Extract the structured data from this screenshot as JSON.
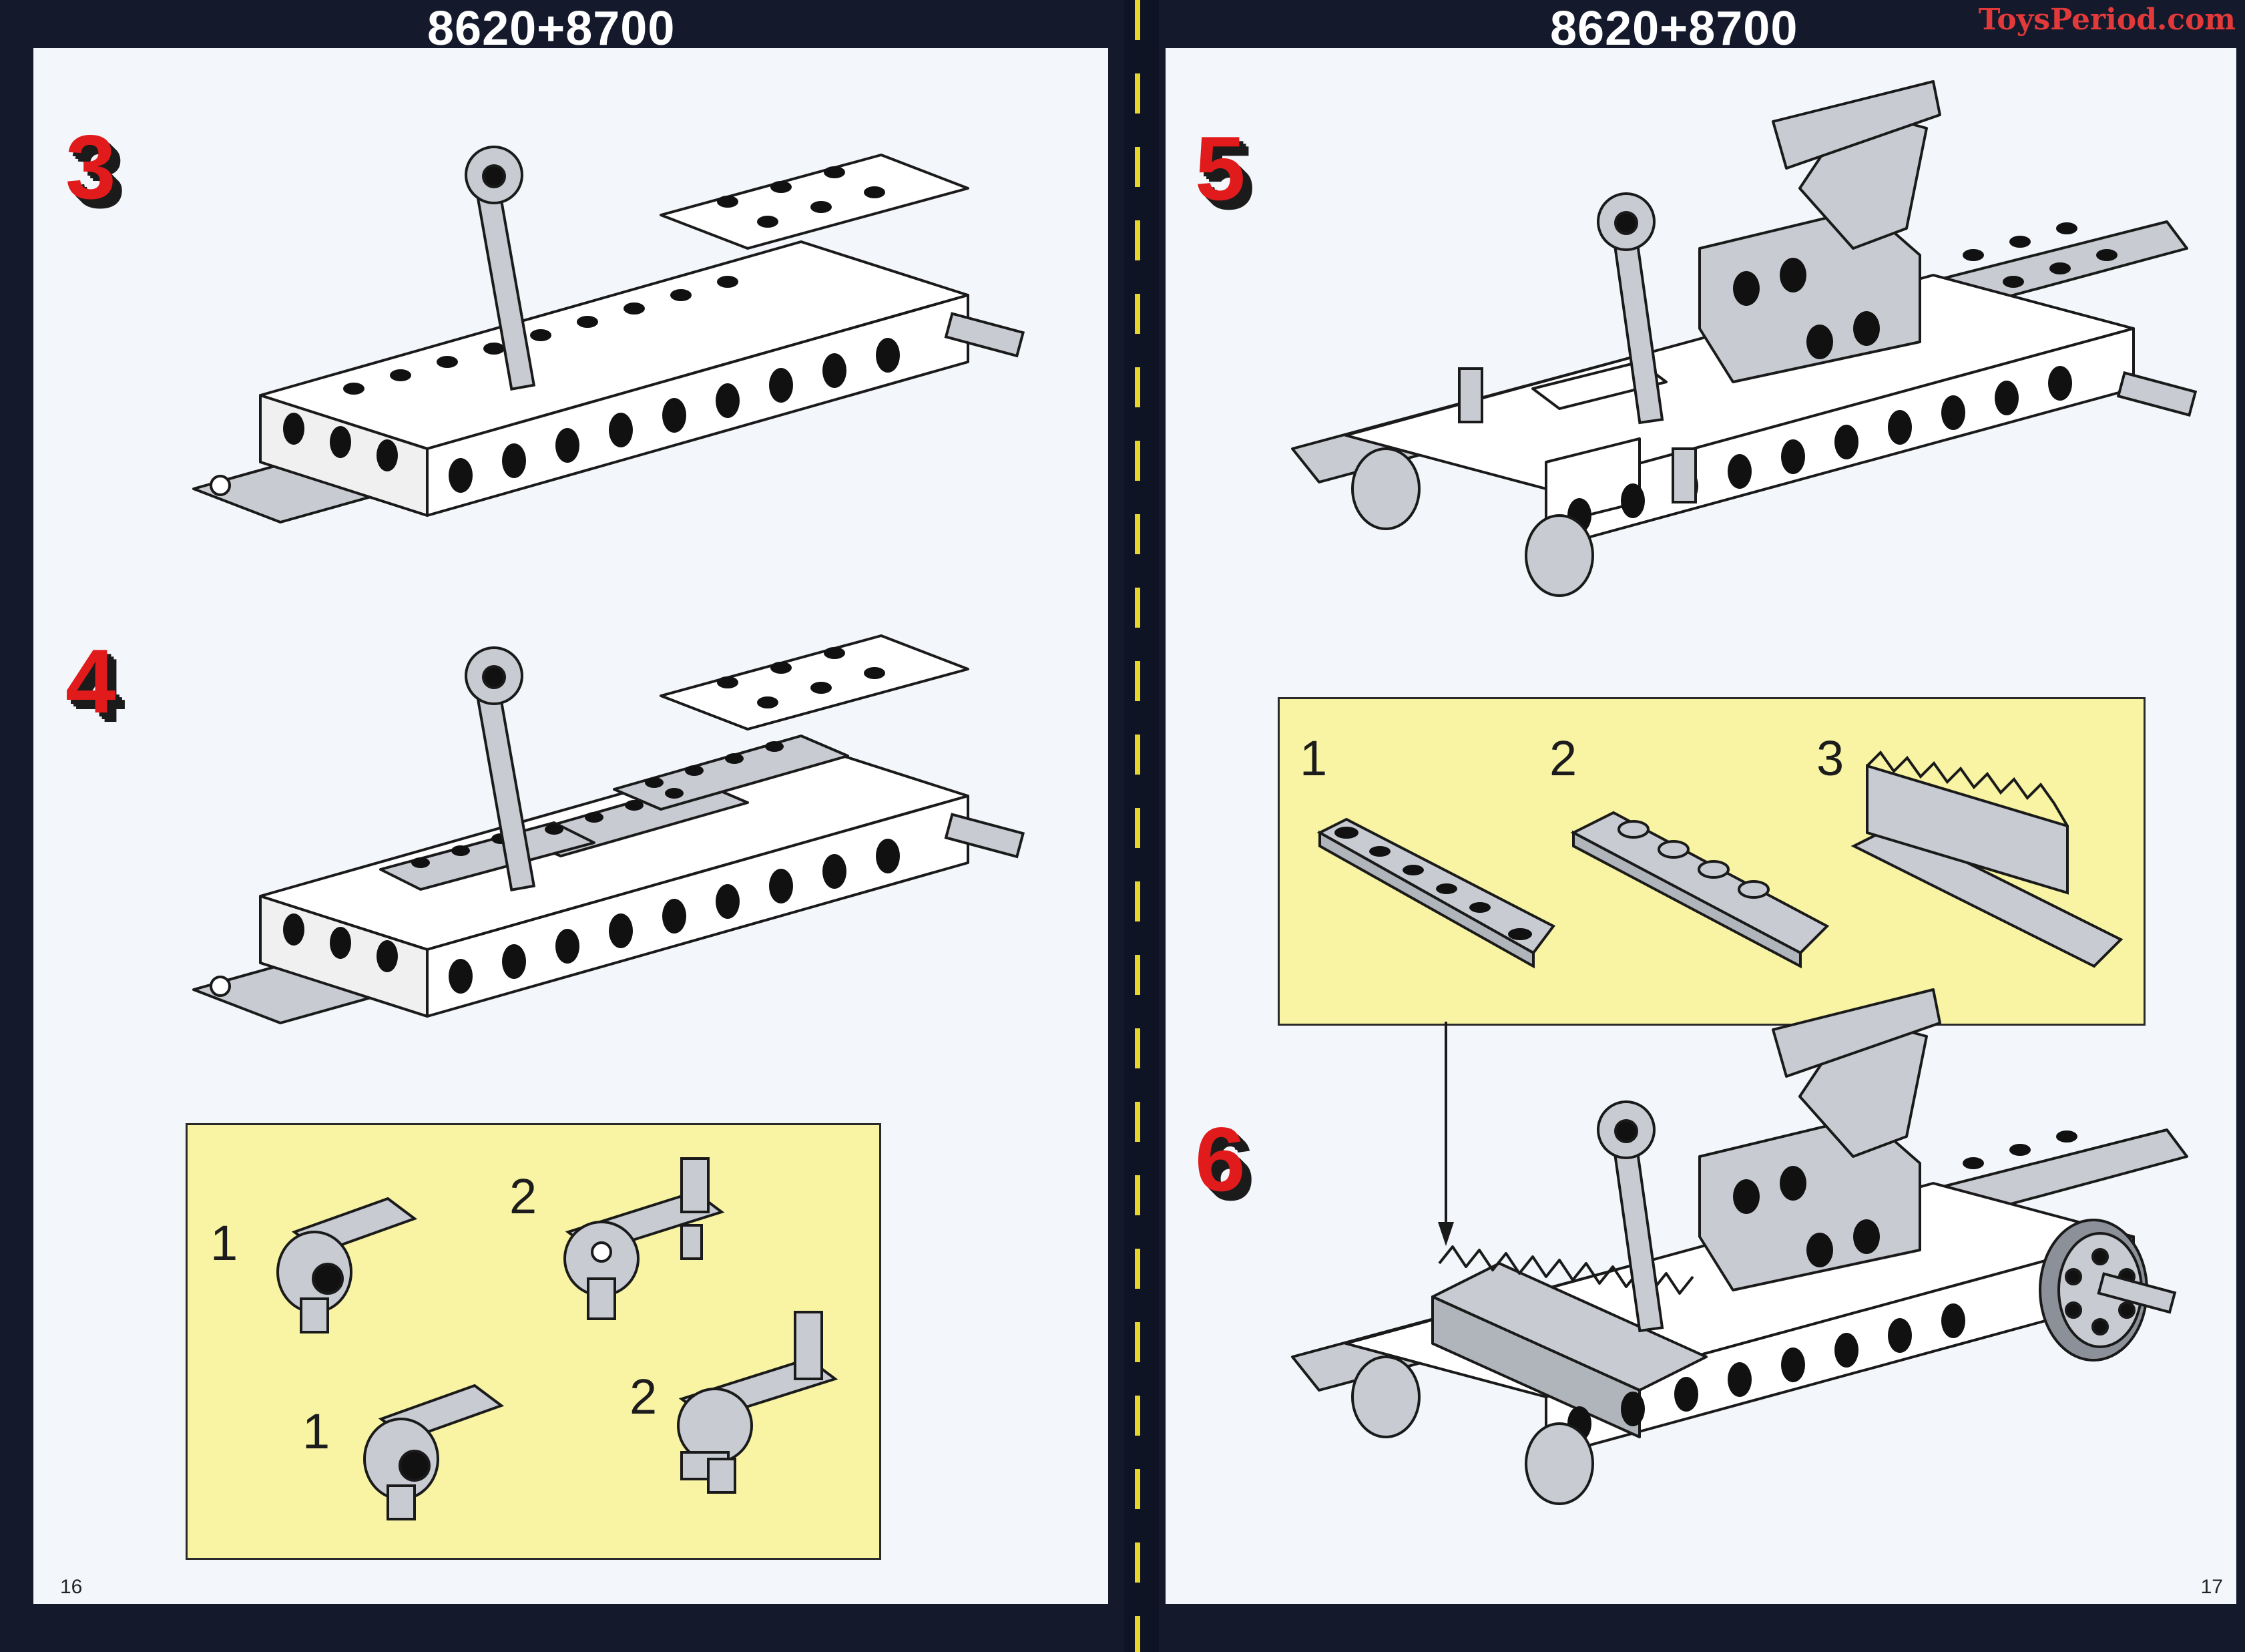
{
  "header": {
    "left_title": "8620+8700",
    "right_title": "8620+8700",
    "watermark": "ToysPeriod.com"
  },
  "left_page": {
    "page_number": "16",
    "steps": [
      "3",
      "4"
    ],
    "parts_callout": {
      "labels": [
        "1",
        "2",
        "1",
        "2"
      ]
    }
  },
  "right_page": {
    "page_number": "17",
    "steps": [
      "5",
      "6"
    ],
    "parts_callout": {
      "labels": [
        "1",
        "2",
        "3"
      ]
    }
  },
  "colors": {
    "page_background": "#f3f6fa",
    "callout_background": "#f8f4a4",
    "step_number": "#e11b1b",
    "spine_dash": "#e8d52a",
    "part_grey": "#c8ccd2",
    "part_white": "#ffffff"
  }
}
